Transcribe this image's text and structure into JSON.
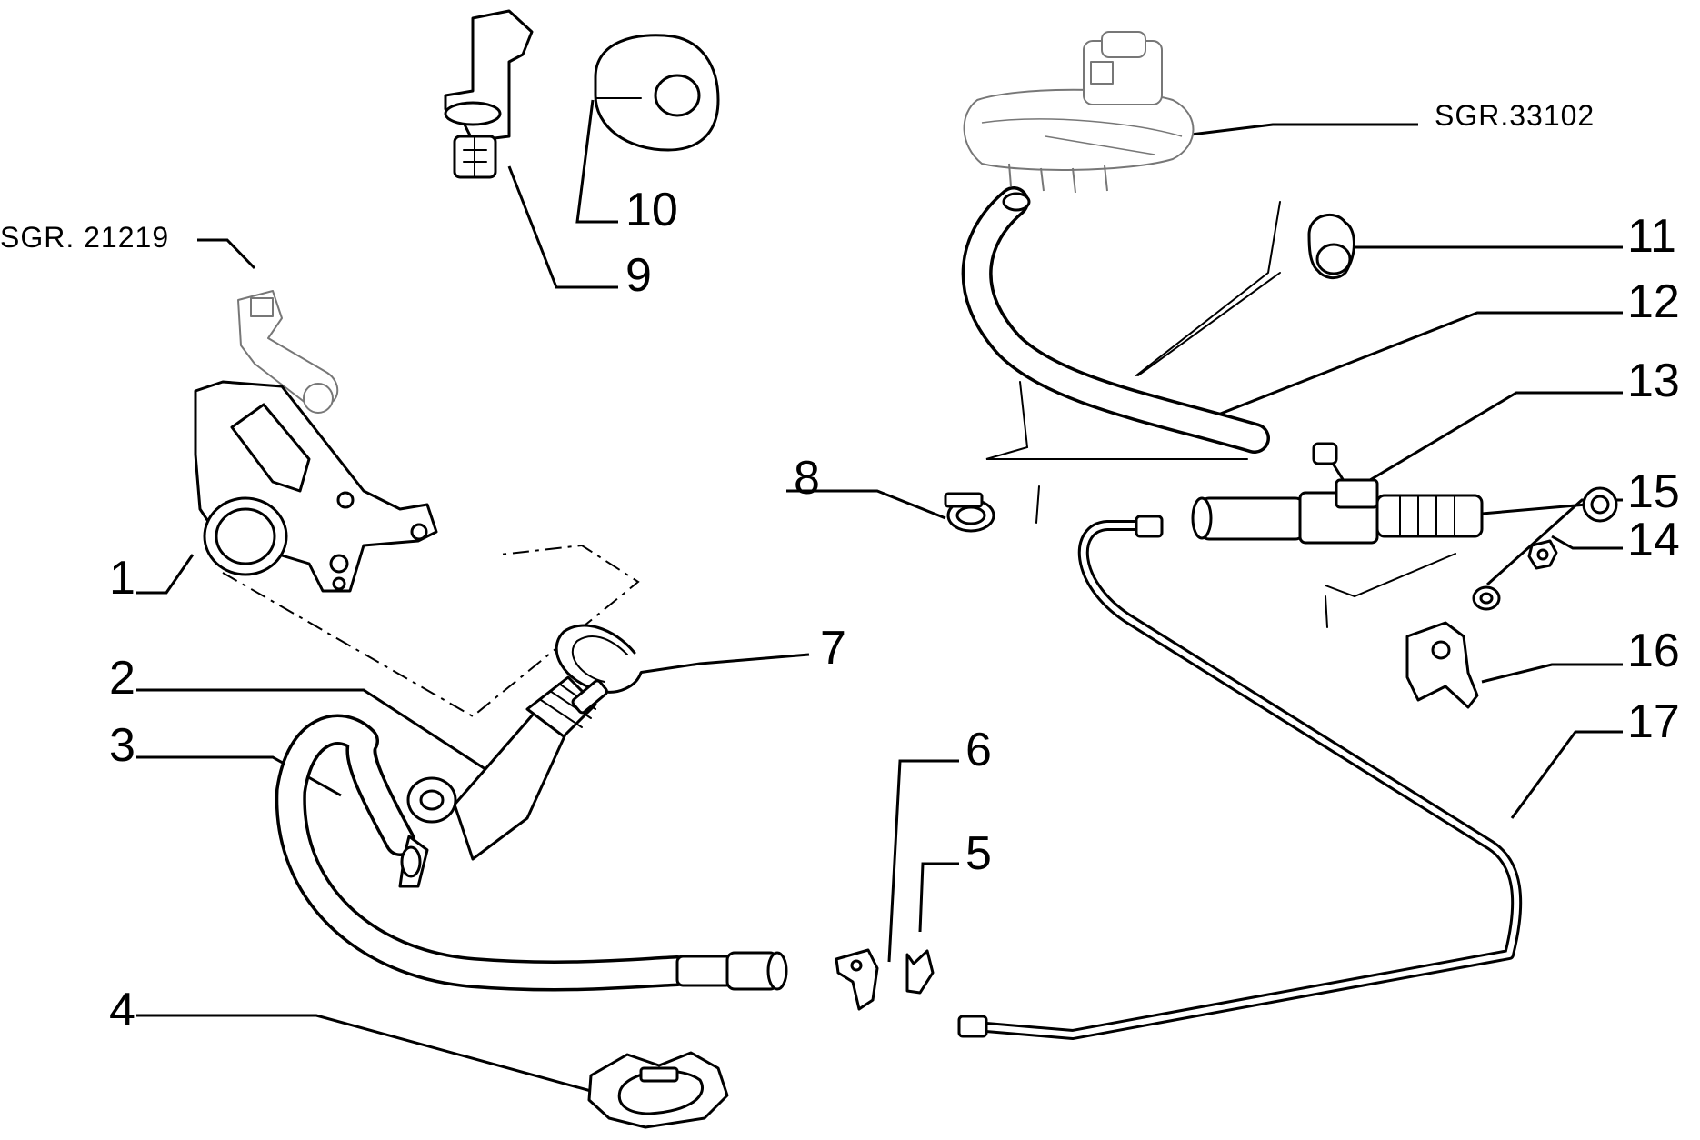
{
  "references": {
    "reservoir": "SGR.33102",
    "lever": "SGR. 21219"
  },
  "callouts": {
    "p1": "1",
    "p2": "2",
    "p3": "3",
    "p4": "4",
    "p5": "5",
    "p6": "6",
    "p7": "7",
    "p8": "8",
    "p9": "9",
    "p10": "10",
    "p11": "11",
    "p12": "12",
    "p13": "13",
    "p14": "14",
    "p15": "15",
    "p16": "16",
    "p17": "17"
  }
}
